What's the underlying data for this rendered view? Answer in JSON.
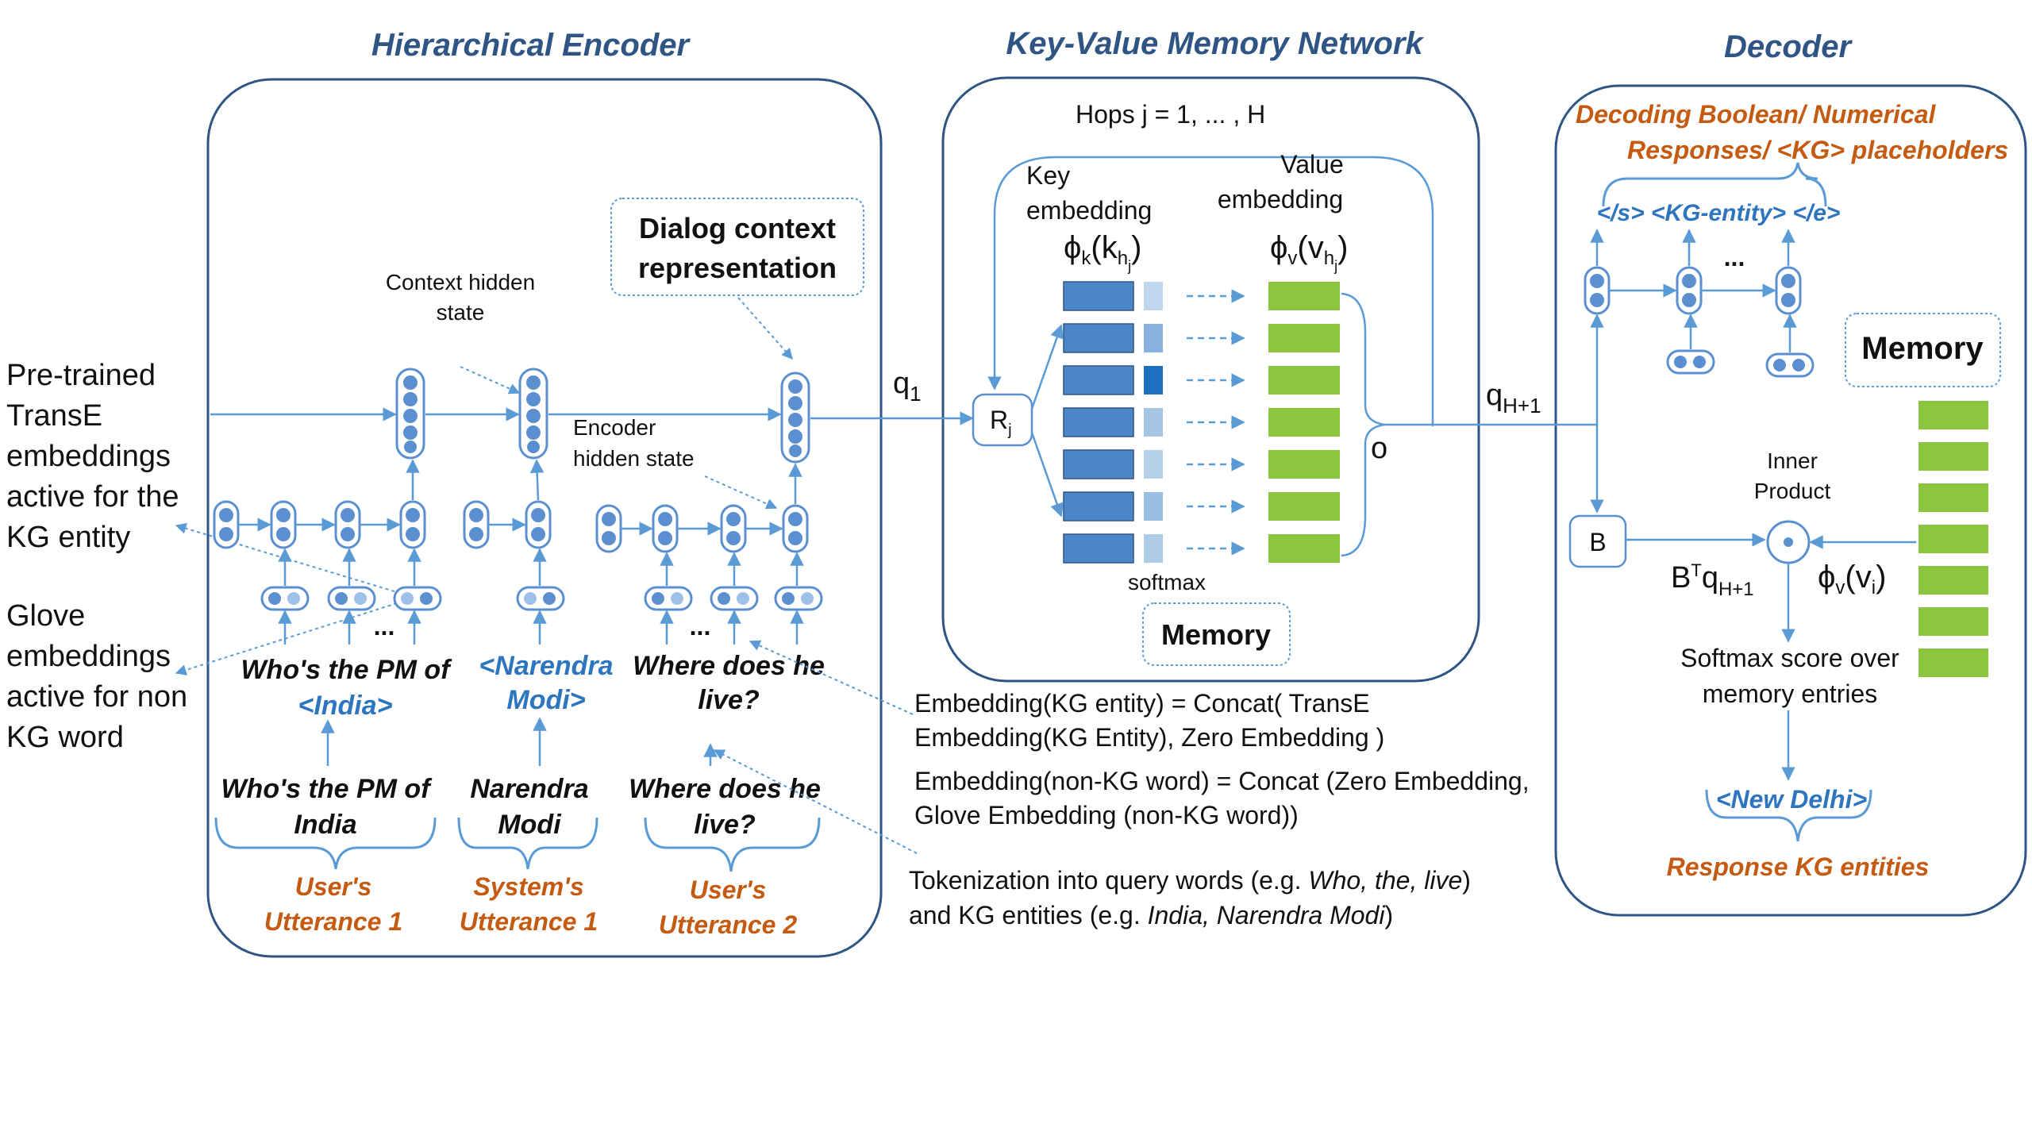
{
  "headers": {
    "encoder": "Hierarchical Encoder",
    "kvmn": "Key-Value Memory Network",
    "decoder": "Decoder"
  },
  "left_notes": {
    "transe": [
      "Pre-trained",
      "TransE",
      "embeddings",
      "active for the",
      "KG entity"
    ],
    "glove": [
      "Glove",
      "embeddings",
      "active for non",
      "KG word"
    ]
  },
  "encoder": {
    "context_hidden": [
      "Context hidden",
      "state"
    ],
    "encoder_hidden": [
      "Encoder",
      "hidden state"
    ],
    "dialog_context": [
      "Dialog context",
      "representation"
    ],
    "ellipsis": "...",
    "query_utterances": [
      {
        "lines": [
          "Who's the PM of"
        ],
        "kg": "<India>"
      },
      {
        "lines": [],
        "kg_lines": [
          "<Narendra",
          "Modi>"
        ]
      },
      {
        "lines": [
          "Where does he",
          "live?"
        ]
      }
    ],
    "raw_utterances": [
      [
        "Who's the PM of",
        "India"
      ],
      [
        "Narendra",
        "Modi"
      ],
      [
        "Where does he",
        "live?"
      ]
    ],
    "speaker_labels": [
      [
        "User's",
        "Utterance 1"
      ],
      [
        "System's",
        "Utterance 1"
      ],
      [
        "User's",
        "Utterance 2"
      ]
    ]
  },
  "kvmn": {
    "q1": "q",
    "q1_sub": "1",
    "hops": "Hops j = 1, ... , H",
    "key_embedding": [
      "Key",
      "embedding"
    ],
    "value_embedding": [
      "Value",
      "embedding"
    ],
    "phi_k": "ϕ",
    "phi_k_sub": "k",
    "phi_k_arg": "(k",
    "phi_k_arg_sub": "h",
    "phi_k_arg_subsub": "j",
    "phi_v": "ϕ",
    "phi_v_sub": "v",
    "phi_v_arg": "(v",
    "phi_v_arg_sub": "h",
    "phi_v_arg_subsub": "j",
    "r_label": "R",
    "r_sub": "j",
    "o_label": "o",
    "softmax": "softmax",
    "memory": "Memory",
    "attention_levels": [
      0.15,
      0.45,
      1.0,
      0.3,
      0.2,
      0.35,
      0.25
    ]
  },
  "embedding_notes": {
    "kg_entity": [
      "Embedding(KG entity) = Concat( TransE",
      "Embedding(KG Entity), Zero Embedding )"
    ],
    "non_kg": [
      "Embedding(non-KG word) = Concat (Zero Embedding,",
      "Glove Embedding (non-KG word))"
    ],
    "tokenization_1a": "Tokenization into query words (e.g. ",
    "tokenization_1b": "Who, the, live",
    "tokenization_1c": ")",
    "tokenization_2a": "and KG entities (e.g. ",
    "tokenization_2b": "India, Narendra Modi",
    "tokenization_2c": ")"
  },
  "decoder": {
    "qh1": "q",
    "qh1_sub": "H+1",
    "decoding_title": [
      "Decoding Boolean/ Numerical",
      "Responses/ <KG> placeholders"
    ],
    "tokens": "</s> <KG-entity> </e>",
    "ellipsis": "...",
    "memory": "Memory",
    "inner_product": [
      "Inner",
      "Product"
    ],
    "b_label": "B",
    "btq": "B",
    "btq_sup": "T",
    "btq_q": "q",
    "btq_sub": "H+1",
    "phi": "ϕ",
    "phi_sub": "v",
    "phi_arg": "(v",
    "phi_arg_sub": "i",
    "phi_close": ")",
    "softmax_score": [
      "Softmax score over",
      "memory entries"
    ],
    "new_delhi": "<New Delhi>",
    "response_kg": "Response KG entities"
  },
  "colors": {
    "panel_border": "#2f5584",
    "node": "#5b8fd0",
    "arrow": "#5b9bd5",
    "key_block": "#4a86c8",
    "value_block": "#8cc63f",
    "orange": "#c55a11",
    "kg_blue": "#2e75c0"
  }
}
